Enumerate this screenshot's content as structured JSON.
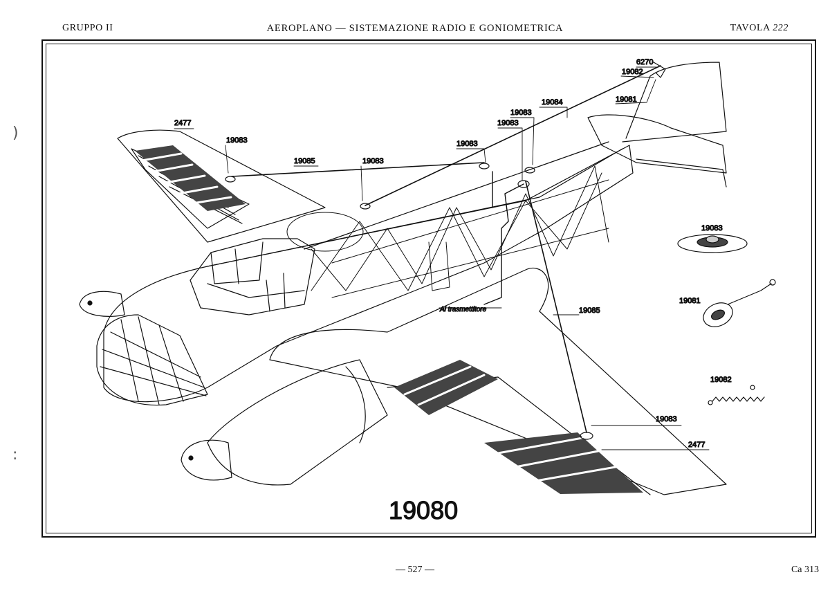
{
  "header": {
    "group": "GRUPPO II",
    "title": "AEROPLANO — SISTEMAZIONE RADIO E GONIOMETRICA",
    "plate_word": "TAVOLA",
    "plate_number": "222"
  },
  "footer": {
    "page": "— 527 —",
    "code": "Ca 313"
  },
  "drawing": {
    "assembly_number": "19080",
    "note": "Al trasmettitore",
    "callouts": {
      "c6270": "6270",
      "c19082_top": "19082",
      "c19081_top": "19081",
      "c19084": "19084",
      "c19083_a": "19083",
      "c19083_b": "19083",
      "c2477_top": "2477",
      "c19083_left": "19083",
      "c19085_top": "19085",
      "c19083_mid": "19083",
      "c19083_c": "19083",
      "c19085_right": "19085",
      "c19083_bottom": "19083",
      "c2477_bottom": "2477"
    },
    "legend": {
      "l19083": "19083",
      "l19081": "19081",
      "l19082": "19082"
    }
  }
}
